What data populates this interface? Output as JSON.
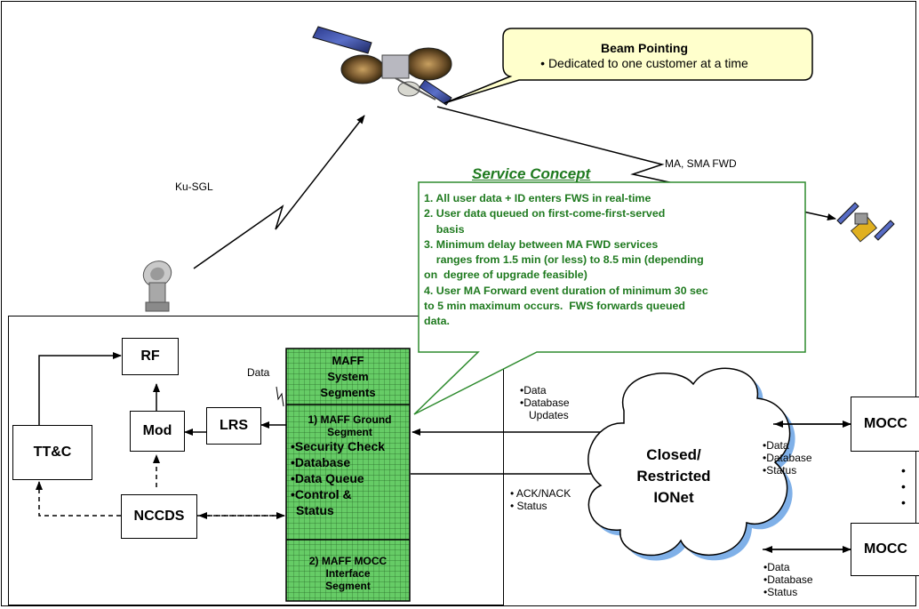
{
  "callout": {
    "title": "Beam Pointing",
    "text": "• Dedicated to one customer at a time"
  },
  "links": {
    "ku_sgl": "Ku-SGL",
    "ma_fwd": "MA, SMA FWD"
  },
  "service_concept": {
    "title": "Service Concept",
    "items": [
      "1. All user data + ID enters FWS in real-time",
      "2. User data queued on first-come-first-served",
      "    basis",
      "3. Minimum delay between MA FWD services",
      "    ranges from 1.5 min (or less) to 8.5 min (depending",
      "on  degree of upgrade feasible)",
      "4. User MA Forward event duration of minimum 30 sec",
      "to 5 min maximum occurs.  FWS forwards queued",
      "data."
    ]
  },
  "ground": {
    "rf": "RF",
    "mod": "Mod",
    "lrs": "LRS",
    "ttc": "TT&C",
    "nccds": "NCCDS",
    "data_label": "Data"
  },
  "maff": {
    "header": [
      "MAFF",
      "System",
      "Segments"
    ],
    "ground_segment": [
      "1) MAFF Ground",
      "Segment"
    ],
    "functions": [
      "•Security Check",
      "•Database",
      "•Data Queue",
      "•Control &",
      "Status"
    ],
    "mocc_interface": [
      "2) MAFF MOCC",
      "Interface",
      "Segment"
    ]
  },
  "flows": {
    "to_maff": [
      "•Data",
      "•Database",
      "Updates"
    ],
    "to_net": [
      "• ACK/NACK",
      "• Status"
    ],
    "mocc_top": [
      "•Data",
      "•Database",
      "•Status"
    ],
    "mocc_bottom": [
      "•Data",
      "•Database",
      "•Status"
    ]
  },
  "network": {
    "lines": [
      "Closed/",
      "Restricted",
      "IONet"
    ]
  },
  "moccs": {
    "top": "MOCC",
    "bottom": "MOCC",
    "dots": [
      "•",
      "•",
      "•"
    ]
  },
  "colors": {
    "callout_fill": "#ffffcc",
    "service_text": "#1f7a1f",
    "service_border": "#2e8b2e",
    "maff_fill": "#66cc66",
    "cloud_shadow": "#7fb0e8"
  }
}
